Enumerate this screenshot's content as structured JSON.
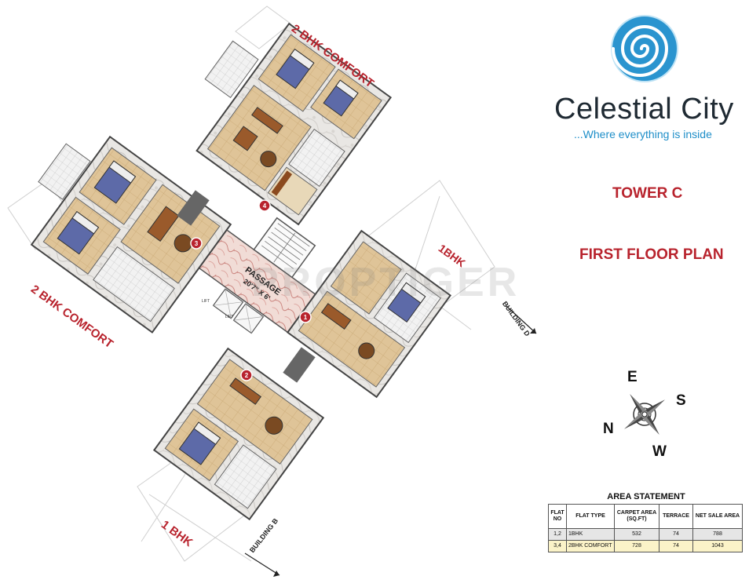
{
  "labels": {
    "top_flat": "2 BHK COMFORT",
    "left_flat": "2 BHK COMFORT",
    "right_flat": "1BHK",
    "bottom_flat": "1 BHK",
    "passage": "PASSAGE",
    "passage_size": "20'7\" X 6'",
    "lift": "LIFT",
    "building_d": "BUILDING D",
    "building_b": "BUILDING B",
    "watermark": "PROPTIGER",
    "flat_markers": [
      "1",
      "2",
      "3",
      "4"
    ]
  },
  "brand": {
    "name": "Celestial City",
    "tagline": "...Where everything is inside",
    "logo_icon": "swirl-icon",
    "colors": {
      "logo_blue": "#1e8ec8",
      "red": "#b8232d"
    }
  },
  "heading": {
    "tower": "TOWER C",
    "plan": "FIRST FLOOR PLAN"
  },
  "compass": {
    "icon": "compass-rose-icon",
    "e": "E",
    "s": "S",
    "n": "N",
    "w": "W"
  },
  "area_statement": {
    "title": "AREA STATEMENT",
    "headers": [
      "FLAT NO",
      "FLAT TYPE",
      "CARPET AREA (SQ.FT)",
      "TERRACE",
      "NET SALE AREA"
    ],
    "rows": [
      [
        "1,2",
        "1BHK",
        "532",
        "74",
        "788"
      ],
      [
        "3,4",
        "2BHK COMFORT",
        "728",
        "74",
        "1043"
      ]
    ]
  }
}
